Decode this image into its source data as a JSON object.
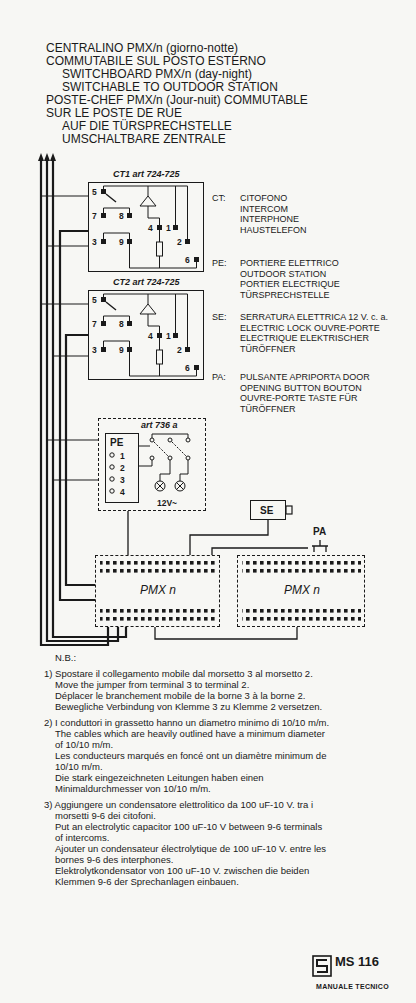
{
  "diagram": {
    "title": "CENTRALINO PMX/n (giorno-notte) COMMUTABILE SUL POSTO ESTERNO",
    "nodes": [
      {
        "text": [
          "CT1 art 724-725",
          "5",
          "7",
          "3",
          "8",
          "9",
          "4",
          "1",
          "2",
          "6"
        ]
      },
      {
        "text": [
          "CT2 art 724-725",
          "5",
          "7",
          "3",
          "8",
          "9",
          "4",
          "1",
          "2",
          "6"
        ]
      },
      {
        "text": [
          "art 736 a",
          "12V~"
        ]
      },
      {
        "text": [
          "PE",
          "1",
          "2",
          "3",
          "4"
        ],
        "in": 2
      },
      {
        "text": [
          "SE"
        ]
      },
      {
        "text": [
          "PA"
        ]
      },
      {
        "text": [
          "PMX n"
        ]
      },
      {
        "text": [
          "PMX n"
        ]
      }
    ],
    "edges": [
      {
        "from": 0,
        "to": 6,
        "arrow": "none"
      },
      {
        "from": 1,
        "to": 6,
        "arrow": "none"
      },
      {
        "from": 2,
        "to": 6,
        "arrow": "none"
      },
      {
        "from": 4,
        "to": 6,
        "arrow": "none"
      },
      {
        "from": 5,
        "to": 6,
        "arrow": "none"
      },
      {
        "from": 6,
        "to": 7,
        "arrow": "none"
      }
    ],
    "labels": [
      "SWITCHBOARD PMX/n (day-night) SWITCHABLE TO OUTDOOR STATION",
      "POSTE-CHEF PMX/n (Jour-nuit) COMMUTABLE SUR LE POSTE DE RUE",
      "AUF DIE TÜRSPRECHSTELLE UMSCHALTBARE ZENTRALE",
      "CT:",
      "CITOFONO INTERCOM INTERPHONE HAUSTELEFON",
      "PE:",
      "PORTIERE ELETTRICO OUTDOOR STATION PORTIER ELECTRIQUE TÜRSPRECHSTELLE",
      "SE:",
      "SERRATURA ELETTRICA 12 V. c. a. ELECTRIC LOCK OUVRE-PORTE ELECTRIQUE ELEKTRISCHER TÜRÖFFNER",
      "PA:",
      "PULSANTE APRIPORTA DOOR OPENING BUTTON BOUTON OUVRE-PORTE TASTE FÜR TÜRÖFFNER",
      "N.B.:",
      "1) Spostare il collegamento mobile dal morsetto 3 al morsetto 2.",
      "Move the jumper from terminal 3 to terminal 2.",
      "Déplacer le branchement mobile de la borne 3 à la borne 2.",
      "Bewegliche Verbindung von Klemme 3 zu Klemme 2 versetzen.",
      "2) I conduttori in grassetto hanno un diametro minimo di 10/10 m/m.",
      "The cables which are heavily outlined have a minimum diameter of 10/10 m/m.",
      "Les conducteurs marqués en foncé ont un diamètre minimum de 10/10 m/m.",
      "Die stark eingezeichneten Leitungen haben einen Minimaldurchmesser von 10/10 m/m.",
      "3) Aggiungere un condensatore elettrolitico da 100 uF-10 V. tra i morsetti 9-6 dei citofoni.",
      "Put an electrolytic capacitor 100 uF-10 V between 9-6 terminals of intercoms.",
      "Ajouter un condensateur électrolytique de 100 uF-10 V. entre les bornes 9-6 des interphones.",
      "Elektrolytkondensator von 100 uF-10 V. zwischen die beiden Klemmen 9-6 der Sprechanlagen einbauen.",
      "MS 116",
      "MANUALE TECNICO"
    ]
  }
}
